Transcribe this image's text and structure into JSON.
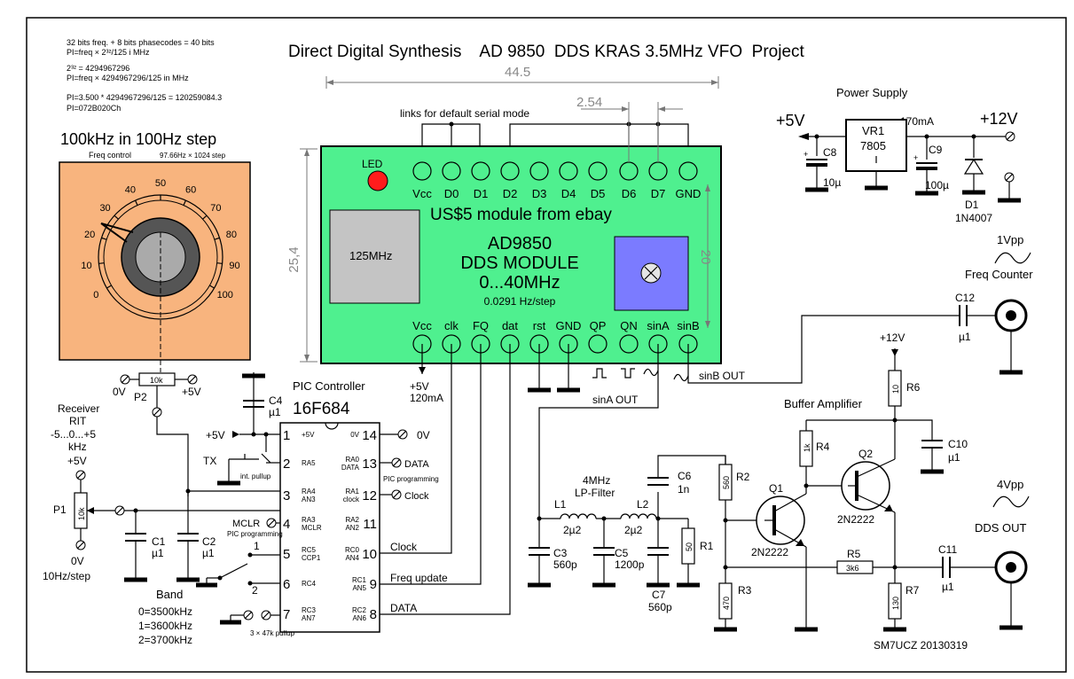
{
  "title": "Direct Digital Synthesis    AD 9850  DDS KRAS 3.5MHz VFO  Project",
  "notes": [
    "32 bits freq. + 8 bits phasecodes = 40 bits",
    "PI=freq × 2³²/125 i MHz",
    "2³² = 4294967296",
    "PI=freq × 4294967296/125 in MHz",
    "PI=3.500 * 4294967296/125 = 120259084.3",
    "PI=072B020Ch"
  ],
  "dial": {
    "heading": "100kHz in 100Hz step",
    "freq_control": "Freq control",
    "step_note": "97.66Hz × 1024 step",
    "scale": [
      "0",
      "10",
      "20",
      "30",
      "40",
      "50",
      "60",
      "70",
      "80",
      "90",
      "100"
    ]
  },
  "pot_p2": {
    "value": "10k",
    "name": "P2",
    "left": "0V",
    "right": "+5V"
  },
  "module": {
    "top_pins": [
      "Vcc",
      "D0",
      "D1",
      "D2",
      "D3",
      "D4",
      "D5",
      "D6",
      "D7",
      "GND"
    ],
    "bottom_pins": [
      "Vcc",
      "clk",
      "FQ",
      "dat",
      "rst",
      "GND",
      "QP",
      "QN",
      "sinA",
      "sinB"
    ],
    "led": "LED",
    "banner": "US$5 module from ebay",
    "crystal": "125MHz",
    "name_lines": [
      "AD9850",
      "DDS MODULE",
      "0...40MHz"
    ],
    "resolution": "0.0291 Hz/step",
    "links_label": "links for default serial mode"
  },
  "dims": {
    "length": "44.5",
    "pitch": "2.54",
    "height": "25,4",
    "pin_span": "20"
  },
  "power": {
    "heading": "Power Supply",
    "vr": "VR1",
    "vr_type": "7805",
    "plus5": "+5V",
    "plus12": "+12V",
    "current": "170mA",
    "c8": "C8",
    "c8v": "10µ",
    "c9": "C9",
    "c9v": "100µ",
    "d1": "D1",
    "d1v": "1N4007"
  },
  "vcc_feed": [
    "+5V",
    "120mA"
  ],
  "pic": {
    "heading": "PIC Controller",
    "part": "16F684",
    "left_pins": [
      {
        "n": "1",
        "f": "+5V"
      },
      {
        "n": "2",
        "f": "RA5"
      },
      {
        "n": "3",
        "f": "RA4\nAN3"
      },
      {
        "n": "4",
        "f": "RA3\nMCLR"
      },
      {
        "n": "5",
        "f": "RC5\nCCP1"
      },
      {
        "n": "6",
        "f": "RC4"
      },
      {
        "n": "7",
        "f": "RC3\nAN7"
      }
    ],
    "right_pins": [
      {
        "n": "14",
        "f": "0V"
      },
      {
        "n": "13",
        "f": "RA0\nDATA"
      },
      {
        "n": "12",
        "f": "RA1\nclock"
      },
      {
        "n": "11",
        "f": "RA2\nAN2"
      },
      {
        "n": "10",
        "f": "RC0\nAN4"
      },
      {
        "n": "9",
        "f": "RC1\nAN5"
      },
      {
        "n": "8",
        "f": "RC2\nAN6"
      }
    ],
    "c4": "C4",
    "c4v": "µ1",
    "supply": "+5V",
    "ground": "0V",
    "tx": "TX",
    "int_pullup": "int. pullup",
    "prog_data": "DATA",
    "prog_clock": "Clock",
    "prog_note": "PIC programming",
    "mclr": "MCLR",
    "mclr_note": "PIC programming",
    "sw1": "1",
    "sw2": "2",
    "pullup_note": "3 × 47k pullup",
    "sig_clock": "Clock",
    "sig_fq": "Freq update",
    "sig_data": "DATA"
  },
  "rit": {
    "lines": [
      "Receiver",
      "RIT",
      "-5...0...+5",
      "kHz"
    ],
    "plus5": "+5V",
    "p1": "P1",
    "p1v": "10k",
    "zero": "0V",
    "step": "10Hz/step",
    "c1": "C1",
    "c1v": "µ1",
    "c2": "C2",
    "c2v": "µ1"
  },
  "band": {
    "heading": "Band",
    "lines": [
      "0=3500kHz",
      "1=3600kHz",
      "2=3700kHz"
    ]
  },
  "filter": {
    "heading": [
      "4MHz",
      "LP-Filter"
    ],
    "l1": "L1",
    "l1v": "2µ2",
    "l2": "L2",
    "l2v": "2µ2",
    "c3": "C3",
    "c3v": "560p",
    "c5": "C5",
    "c5v": "1200p",
    "c7": "C7",
    "c7v": "560p",
    "c6": "C6",
    "c6v": "1n",
    "r1": "R1",
    "r1v": "50"
  },
  "amp": {
    "heading": "Buffer Amplifier",
    "plus12": "+12V",
    "r2": "R2",
    "r2v": "560",
    "r3": "R3",
    "r3v": "470",
    "r4": "R4",
    "r4v": "1k",
    "r5": "R5",
    "r5v": "3k6",
    "r6": "R6",
    "r6v": "10",
    "r7": "R7",
    "r7v": "130",
    "q1": "Q1",
    "q1v": "2N2222",
    "q2": "Q2",
    "q2v": "2N2222",
    "c10": "C10",
    "c10v": "µ1",
    "c11": "C11",
    "c11v": "µ1"
  },
  "outputs": {
    "sina": "sinA OUT",
    "sinb": "sinB OUT",
    "c12": "C12",
    "c12v": "µ1",
    "counter_level": "1Vpp",
    "counter": "Freq Counter",
    "dds_level": "4Vpp",
    "dds": "DDS OUT"
  },
  "signature": "SM7UCZ 20130319",
  "colors": {
    "module": "#4ff08f",
    "dial": "#f8b47e",
    "led": "#ff1c1c",
    "crystal": "#c4c4c4",
    "trimmer": "#7b7bff"
  }
}
